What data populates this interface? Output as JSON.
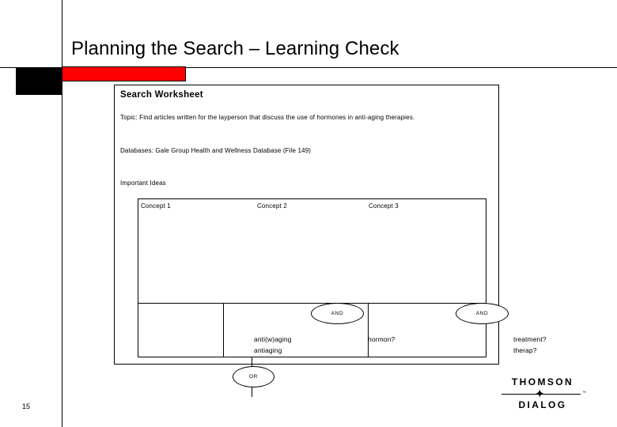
{
  "slide": {
    "title": "Planning the Search – Learning Check",
    "page_number": "15",
    "accent_color": "#ff0000",
    "line_color": "#000000"
  },
  "worksheet": {
    "heading": "Search Worksheet",
    "topic_line": "Topic:  Find articles written for the layperson that discuss the use of hormones in anti-aging therapies.",
    "databases_line": "Databases:  Gale Group Health and Wellness Database (File 149)",
    "ideas_label": "Important Ideas",
    "concepts": [
      {
        "label": "Concept 1",
        "terms": [
          "anti(w)aging",
          "antiaging"
        ]
      },
      {
        "label": "Concept 2",
        "terms": [
          "hormon?"
        ]
      },
      {
        "label": "Concept 3",
        "terms": [
          "treatment?",
          "therap?"
        ]
      }
    ],
    "operators": {
      "and_1": "AND",
      "and_2": "AND",
      "or_1": "OR"
    }
  },
  "logo": {
    "top_word": "THOMSON",
    "bottom_word": "DIALOG",
    "star_glyph": "✦",
    "trademark": "™"
  }
}
